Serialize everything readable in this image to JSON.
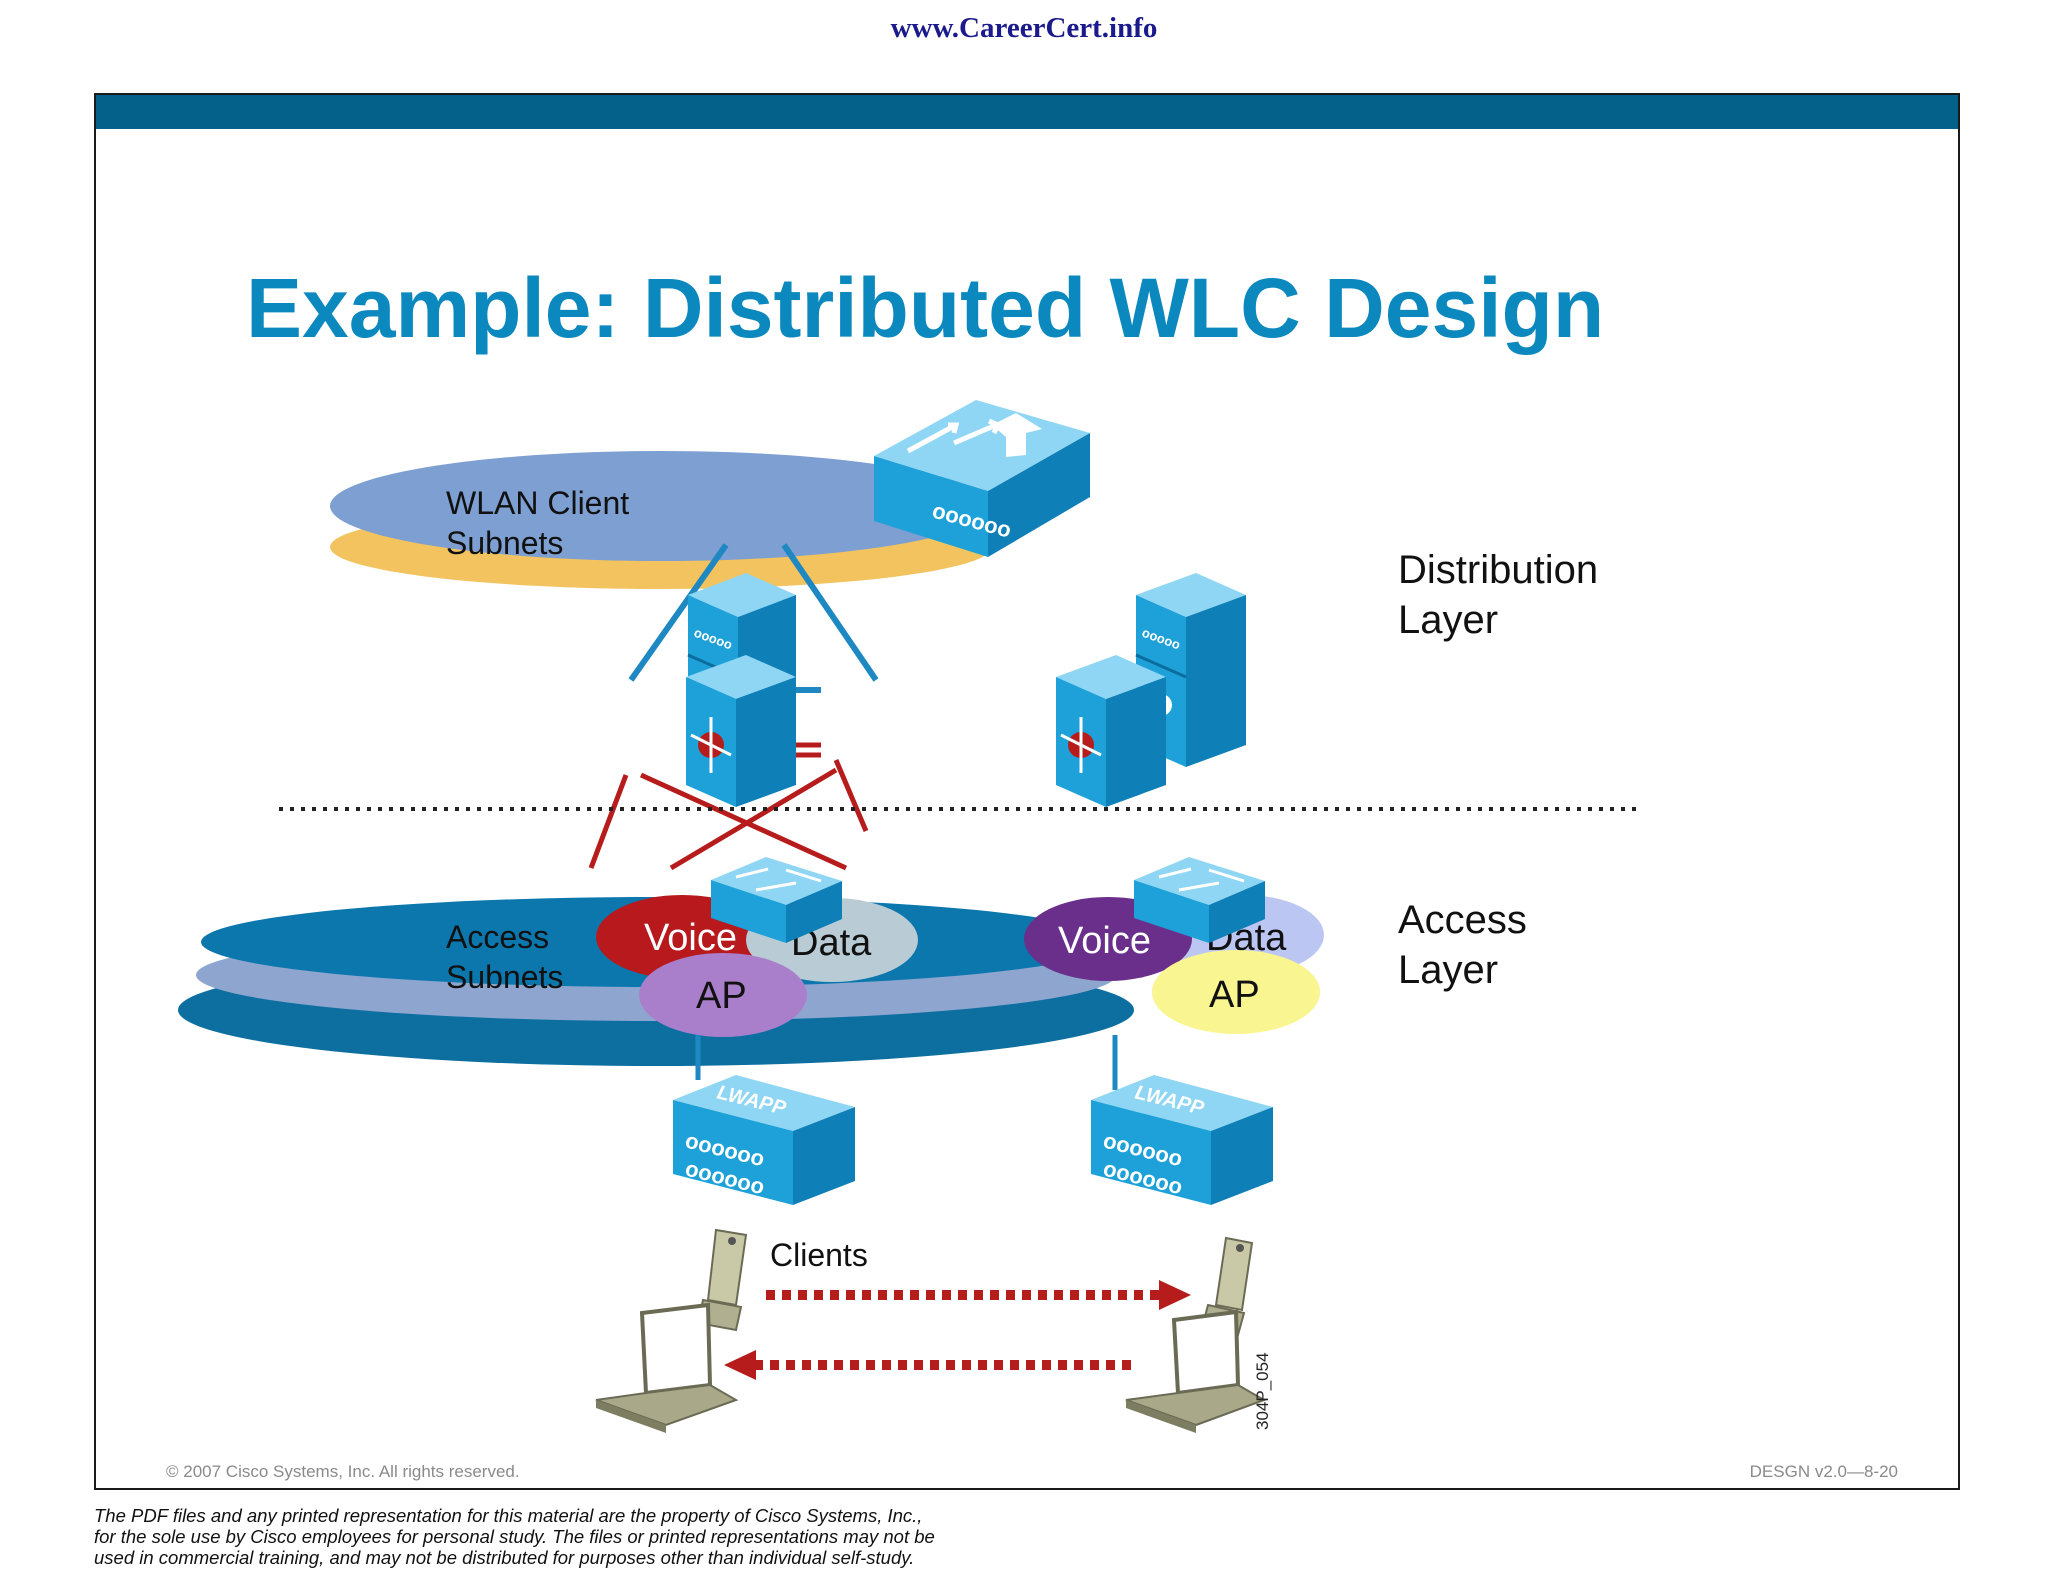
{
  "header": {
    "site_url": "www.CareerCert.info"
  },
  "slide": {
    "title": "Example: Distributed WLC Design",
    "labels": {
      "wlan_client_subnets_line1": "WLAN Client",
      "wlan_client_subnets_line2": "Subnets",
      "distribution_layer_line1": "Distribution",
      "distribution_layer_line2": "Layer",
      "access_subnets_line1": "Access",
      "access_subnets_line2": "Subnets",
      "access_layer_line1": "Access",
      "access_layer_line2": "Layer",
      "clients": "Clients",
      "figure_id": "304P_054"
    },
    "subnet_bubbles": {
      "left_voice": "Voice",
      "left_data": "Data",
      "left_ap": "AP",
      "right_voice": "Voice",
      "right_data": "Data",
      "right_ap": "AP"
    },
    "ap_label": "LWAPP",
    "copyright": "© 2007 Cisco Systems, Inc. All rights reserved.",
    "course_code": "DESGN v2.0—8-20"
  },
  "disclaimer": {
    "line1": "The PDF files and any printed representation for this material are the property of Cisco Systems, Inc.,",
    "line2": "for the sole use by Cisco employees for personal study. The files or printed representations may not be",
    "line3": "used in commercial training, and may not be distributed for purposes other than individual self-study."
  },
  "colors": {
    "header_bar": "#04618a",
    "title": "#0b88bd",
    "device_blue": "#1da1d8",
    "link_red": "#b71c1c",
    "link_blue": "#1e88c2",
    "voice_red": "#b7191c",
    "voice_purple": "#6a2f8a",
    "ap_lilac": "#a97fcb",
    "ap_yellow": "#f9f590",
    "data_gray": "#b9cbd4",
    "data_periwinkle": "#bcc6f3"
  }
}
